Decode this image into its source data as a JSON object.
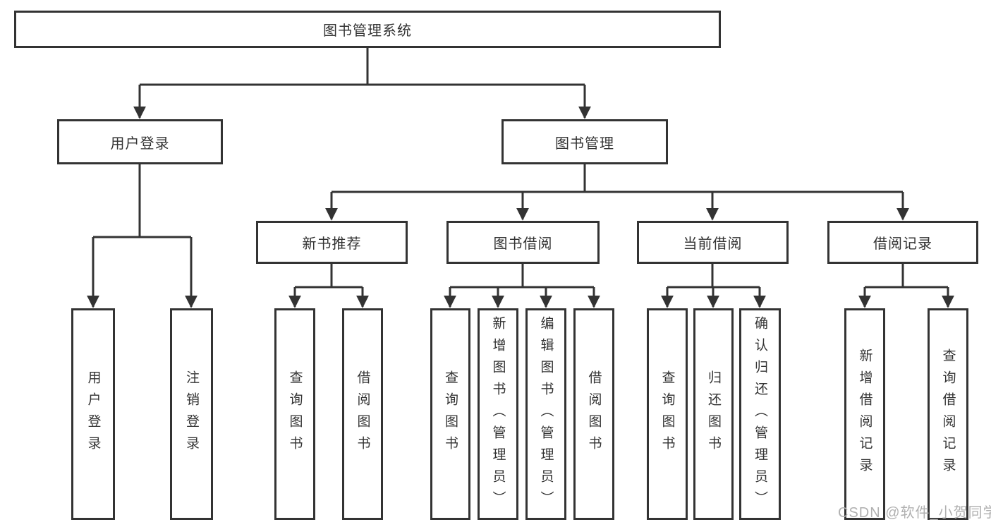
{
  "diagram": {
    "root": "图书管理系统",
    "branches": [
      {
        "label": "用户登录",
        "children": [
          "用户登录",
          "注销登录"
        ]
      },
      {
        "label": "图书管理",
        "groups": [
          {
            "label": "新书推荐",
            "children": [
              "查询图书",
              "借阅图书"
            ]
          },
          {
            "label": "图书借阅",
            "children": [
              "查询图书",
              "新增图书（管理员）",
              "编辑图书（管理员）",
              "借阅图书"
            ]
          },
          {
            "label": "当前借阅",
            "children": [
              "查询图书",
              "归还图书",
              "确认归还（管理员）"
            ]
          },
          {
            "label": "借阅记录",
            "children": [
              "新增借阅记录",
              "查询借阅记录"
            ]
          }
        ]
      }
    ]
  },
  "watermark": "CSDN @软件_小贺同学",
  "colors": {
    "line": "#333333",
    "text": "#333333",
    "watermark": "#b0b0b0"
  }
}
